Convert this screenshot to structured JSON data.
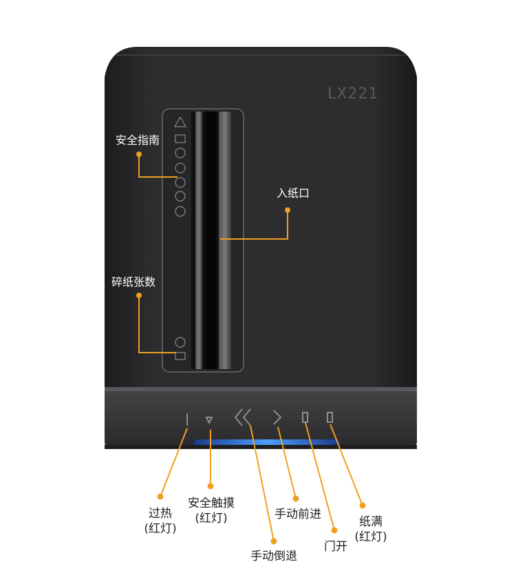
{
  "device": {
    "model_label": "LX221",
    "accent_color": "#f0a020",
    "panel_glow_color": "#2f7bff",
    "body_color": "#2c2c2e"
  },
  "labels": {
    "safety_guide": "安全指南",
    "paper_inlet": "入纸口",
    "sheet_count": "碎纸张数",
    "overheat": "过热",
    "overheat_sub": "(红灯)",
    "safety_touch": "安全触摸",
    "safety_touch_sub": "(红灯)",
    "manual_reverse": "手动倒退",
    "manual_forward": "手动前进",
    "door_open": "门开",
    "paper_full": "纸满",
    "paper_full_sub": "(红灯)"
  },
  "icons": {
    "reverse": "double-chevron-left-icon",
    "forward": "chevron-right-icon"
  }
}
